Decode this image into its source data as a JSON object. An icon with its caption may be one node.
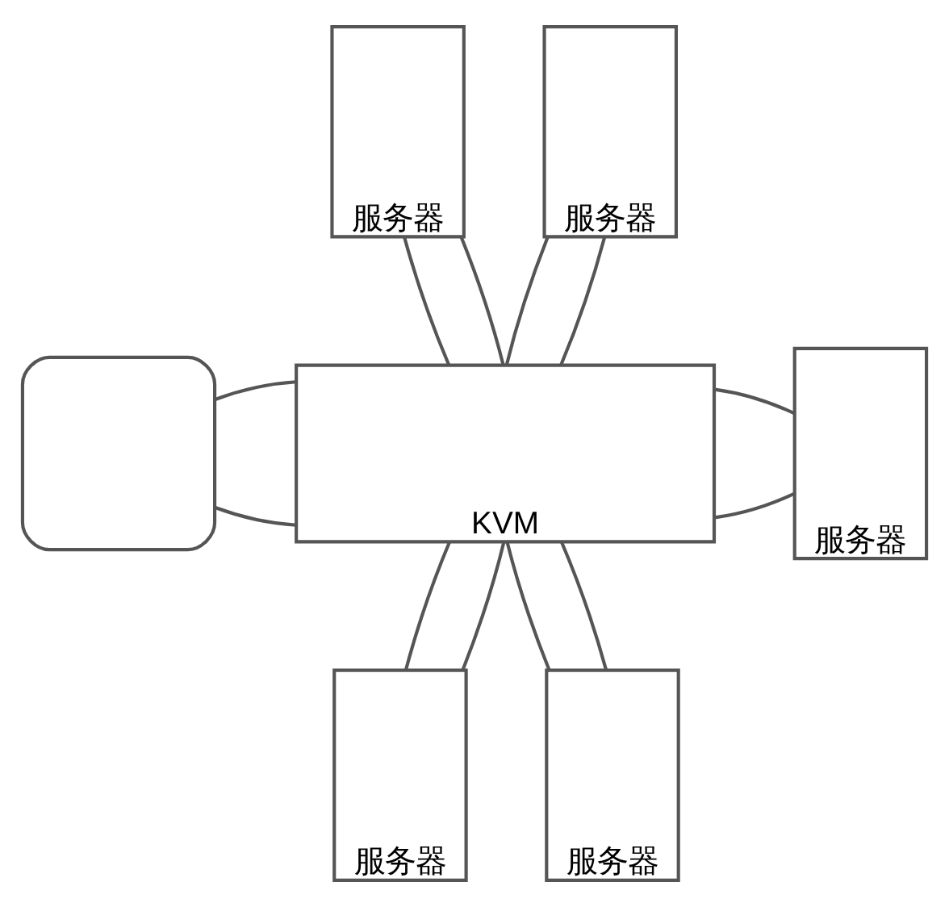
{
  "diagram": {
    "nodes": [
      {
        "text": [
          "服务器"
        ]
      },
      {
        "text": [
          "服务器"
        ]
      },
      {
        "text": [],
        "shape": "box"
      },
      {
        "text": [
          "KVM"
        ]
      },
      {
        "text": [
          "服务器"
        ]
      },
      {
        "text": [
          "服务器"
        ]
      },
      {
        "text": [
          "服务器"
        ]
      }
    ],
    "edges": [
      {
        "from": 0,
        "to": 3,
        "arrow": "none"
      },
      {
        "from": 0,
        "to": 3,
        "arrow": "none"
      },
      {
        "from": 1,
        "to": 3,
        "arrow": "none"
      },
      {
        "from": 1,
        "to": 3,
        "arrow": "none"
      },
      {
        "from": 2,
        "to": 3,
        "arrow": "none"
      },
      {
        "from": 2,
        "to": 3,
        "arrow": "none"
      },
      {
        "from": 3,
        "to": 4,
        "arrow": "none"
      },
      {
        "from": 3,
        "to": 4,
        "arrow": "none"
      },
      {
        "from": 3,
        "to": 5,
        "arrow": "none"
      },
      {
        "from": 3,
        "to": 5,
        "arrow": "none"
      },
      {
        "from": 3,
        "to": 6,
        "arrow": "none"
      },
      {
        "from": 3,
        "to": 6,
        "arrow": "none"
      }
    ]
  }
}
